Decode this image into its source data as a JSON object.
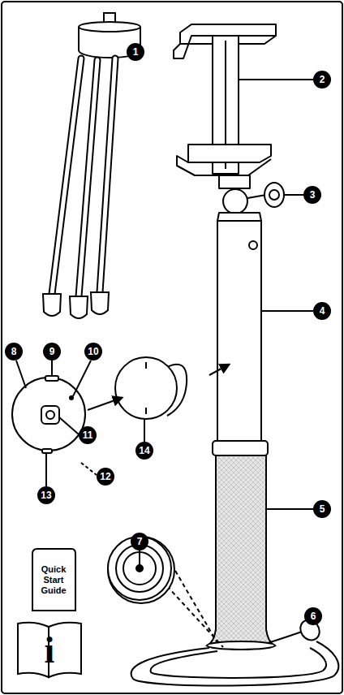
{
  "diagram": {
    "labels": [
      "1",
      "2",
      "3",
      "4",
      "5",
      "6",
      "7",
      "8",
      "9",
      "10",
      "11",
      "12",
      "13",
      "14",
      "Quick Start Guide",
      "i"
    ]
  }
}
